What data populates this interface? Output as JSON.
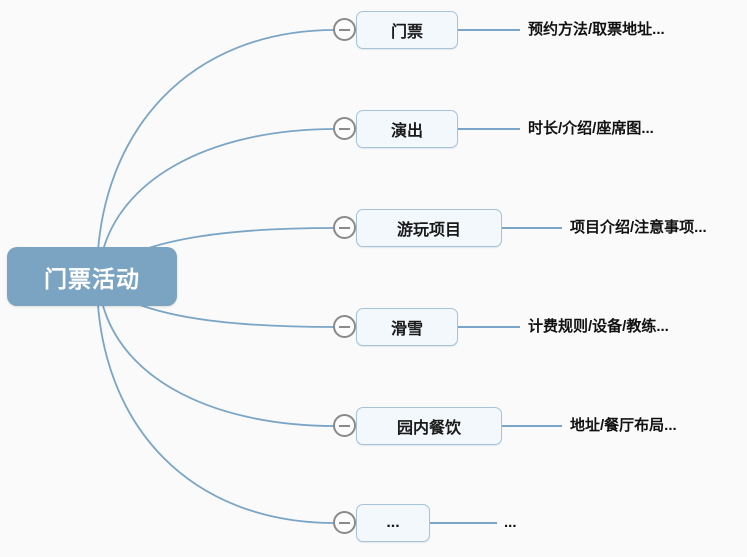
{
  "diagram": {
    "type": "mindmap",
    "background_color": "#fafafa",
    "connector_color": "#7aa5c6",
    "root": {
      "label": "门票活动",
      "fill_color": "#7ba3c2",
      "text_color": "#ffffff"
    },
    "branches": [
      {
        "label": "门票",
        "leaf": "预约方法/取票地址...",
        "collapse_icon": "minus-icon"
      },
      {
        "label": "演出",
        "leaf": "时长/介绍/座席图...",
        "collapse_icon": "minus-icon"
      },
      {
        "label": "游玩项目",
        "leaf": "项目介绍/注意事项...",
        "collapse_icon": "minus-icon"
      },
      {
        "label": "滑雪",
        "leaf": "计费规则/设备/教练...",
        "collapse_icon": "minus-icon"
      },
      {
        "label": "园内餐饮",
        "leaf": "地址/餐厅布局...",
        "collapse_icon": "minus-icon"
      },
      {
        "label": "...",
        "leaf": "...",
        "collapse_icon": "minus-icon"
      }
    ]
  }
}
